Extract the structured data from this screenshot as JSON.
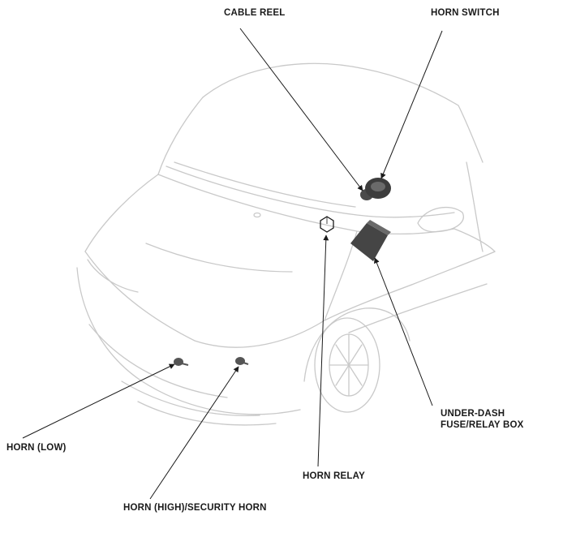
{
  "labels": {
    "cable_reel": "CABLE REEL",
    "horn_switch": "HORN SWITCH",
    "under_dash_line1": "UNDER-DASH",
    "under_dash_line2": "FUSE/RELAY BOX",
    "horn_low": "HORN (LOW)",
    "horn_relay": "HORN RELAY",
    "horn_high": "HORN (HIGH)/SECURITY HORN"
  },
  "colors": {
    "line": "#1a1a1a",
    "car_outline": "#c9c9c9",
    "component_fill": "#4a4a4a"
  }
}
